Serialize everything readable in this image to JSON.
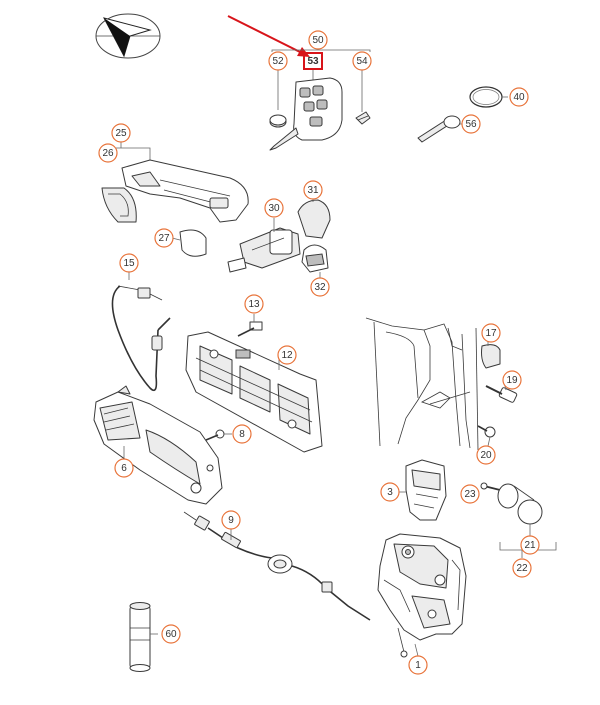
{
  "diagram": {
    "callouts": [
      {
        "id": "c50",
        "label": "50"
      },
      {
        "id": "c52",
        "label": "52"
      },
      {
        "id": "c53",
        "label": "53",
        "highlighted": true
      },
      {
        "id": "c54",
        "label": "54"
      },
      {
        "id": "c40",
        "label": "40"
      },
      {
        "id": "c56",
        "label": "56"
      },
      {
        "id": "c25",
        "label": "25"
      },
      {
        "id": "c26",
        "label": "26"
      },
      {
        "id": "c31",
        "label": "31"
      },
      {
        "id": "c30",
        "label": "30"
      },
      {
        "id": "c27",
        "label": "27"
      },
      {
        "id": "c32",
        "label": "32"
      },
      {
        "id": "c15",
        "label": "15"
      },
      {
        "id": "c13",
        "label": "13"
      },
      {
        "id": "c12",
        "label": "12"
      },
      {
        "id": "c17",
        "label": "17"
      },
      {
        "id": "c19",
        "label": "19"
      },
      {
        "id": "c8",
        "label": "8"
      },
      {
        "id": "c6",
        "label": "6"
      },
      {
        "id": "c20",
        "label": "20"
      },
      {
        "id": "c3",
        "label": "3"
      },
      {
        "id": "c23",
        "label": "23"
      },
      {
        "id": "c9",
        "label": "9"
      },
      {
        "id": "c21",
        "label": "21"
      },
      {
        "id": "c22",
        "label": "22"
      },
      {
        "id": "c60",
        "label": "60"
      },
      {
        "id": "c1",
        "label": "1"
      }
    ],
    "highlight_color": "#d8141a",
    "callout_color": "#e8743b"
  }
}
